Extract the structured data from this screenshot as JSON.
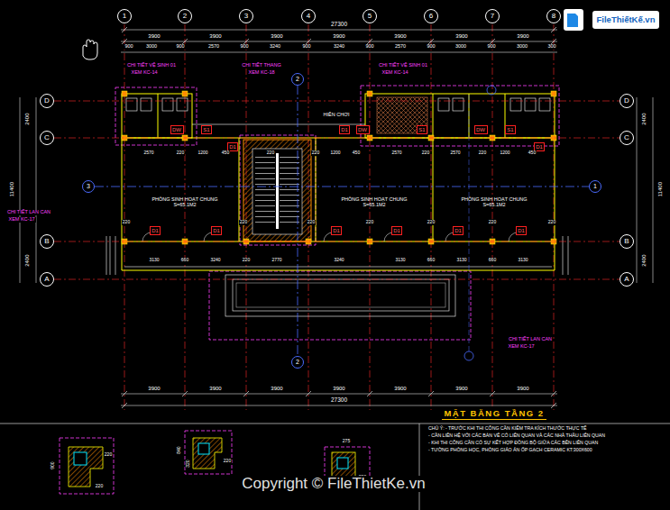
{
  "diagram": {
    "title": "MẶT BẰNG TẦNG 2",
    "nodes": [
      {
        "text": [
          "1"
        ]
      },
      {
        "text": [
          "2"
        ]
      },
      {
        "text": [
          "3"
        ]
      },
      {
        "text": [
          "4"
        ]
      },
      {
        "text": [
          "5"
        ]
      },
      {
        "text": [
          "6"
        ]
      },
      {
        "text": [
          "7"
        ]
      },
      {
        "text": [
          "8"
        ]
      },
      {
        "text": [
          "D"
        ]
      },
      {
        "text": [
          "C"
        ]
      },
      {
        "text": [
          "B"
        ]
      },
      {
        "text": [
          "A"
        ]
      },
      {
        "text": [
          "D"
        ]
      },
      {
        "text": [
          "C"
        ]
      },
      {
        "text": [
          "B"
        ]
      },
      {
        "text": [
          "A"
        ]
      },
      {
        "text": [
          "3"
        ]
      },
      {
        "text": [
          "1"
        ]
      },
      {
        "text": [
          "2"
        ]
      },
      {
        "text": [
          "2"
        ]
      },
      {
        "text": [
          "PHÒNG SINH HOẠT CHUNG",
          "S=65.1M2"
        ]
      },
      {
        "text": [
          "PHÒNG SINH HOẠT CHUNG",
          "S=65.1M2"
        ]
      },
      {
        "text": [
          "PHÒNG SINH HOẠT CHUNG",
          "S=65.1M2"
        ]
      },
      {
        "text": [
          "FileThiếtKế.vn"
        ]
      },
      {
        "text": [
          "DW"
        ]
      },
      {
        "text": [
          "S1"
        ]
      },
      {
        "text": [
          "D1"
        ]
      },
      {
        "text": [
          "D1"
        ]
      },
      {
        "text": [
          "DW"
        ]
      },
      {
        "text": [
          "S1"
        ]
      },
      {
        "text": [
          "DW"
        ]
      },
      {
        "text": [
          "S1"
        ]
      },
      {
        "text": [
          "D1"
        ]
      },
      {
        "text": [
          "D1"
        ]
      },
      {
        "text": [
          "D1"
        ]
      },
      {
        "text": [
          "D1"
        ]
      },
      {
        "text": [
          "D1"
        ]
      },
      {
        "text": [
          "D1"
        ]
      },
      {
        "text": [
          "D1"
        ]
      }
    ],
    "edges": [
      {
        "from": 8,
        "to": 12,
        "arrow": "none"
      },
      {
        "from": 9,
        "to": 13,
        "arrow": "none"
      },
      {
        "from": 10,
        "to": 14,
        "arrow": "none"
      },
      {
        "from": 11,
        "to": 15,
        "arrow": "none"
      },
      {
        "from": 16,
        "to": 17,
        "arrow": "none"
      },
      {
        "from": 18,
        "to": 19,
        "arrow": "none"
      }
    ],
    "labels": [
      "27300",
      "3900",
      "3900",
      "3900",
      "3900",
      "3900",
      "3900",
      "3900",
      "900",
      "3000",
      "900",
      "2570",
      "900",
      "3240",
      "900",
      "3240",
      "900",
      "2570",
      "900",
      "3000",
      "900",
      "3000",
      "300",
      "CHI TIẾT VỆ SINH 01",
      "XEM KC-14",
      "CHI TIẾT THANG",
      "XEM KC-18",
      "CHI TIẾT VỆ SINH 01",
      "XEM KC-14",
      "HIÊN CHƠI",
      "2570",
      "220",
      "1200",
      "450",
      "220",
      "220",
      "1200",
      "450",
      "2570",
      "220",
      "2570",
      "220",
      "1200",
      "450",
      "220",
      "220",
      "220",
      "220",
      "220",
      "220",
      "220",
      "3130",
      "660",
      "3240",
      "220",
      "2770",
      "3240",
      "3130",
      "660",
      "3130",
      "660",
      "3130",
      "CHI TIẾT LAN CAN",
      "XEM KC-17",
      "CHI TIẾT LAN CAN",
      "XEM KC-17",
      "2400",
      "11400",
      "2400",
      "2400",
      "11400",
      "2400",
      "3900",
      "3900",
      "3900",
      "3900",
      "3900",
      "3900",
      "3900",
      "27300",
      "CHÚ Ý: - TRƯỚC KHI THI CÔNG CẦN KIỂM TRA KÍCH THƯỚC THỰC TẾ",
      "- CẦN LIÊN HỆ VỚI CÁC BẢN VẼ CÓ LIÊN QUAN VÀ CÁC NHÀ THẦU LIÊN QUAN",
      "- KHI THI CÔNG CẦN CÓ SỰ KẾT HỢP ĐỒNG BỘ GIỮA CÁC BÊN LIÊN QUAN",
      "- TƯỜNG PHÒNG HỌC, PHÒNG GIÁO ÁN ỐP GẠCH CERAMIC KT:300X600",
      "900",
      "220",
      "220",
      "840",
      "320",
      "220",
      "275",
      "220",
      "Copyright © FileThietKe.vn"
    ]
  }
}
